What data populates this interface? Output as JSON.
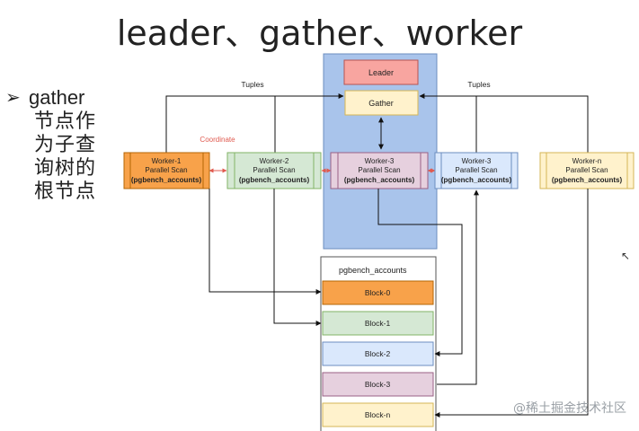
{
  "title": "leader、gather、worker",
  "bullet": {
    "marker": "➢",
    "head": "gather",
    "lines": [
      "节点作",
      "为子查",
      "询树的",
      "根节点"
    ]
  },
  "diagram": {
    "tuples_left": "Tuples",
    "tuples_right": "Tuples",
    "coordinate": "Coordinate",
    "leader": "Leader",
    "gather": "Gather",
    "workers": [
      {
        "name": "Worker-1",
        "scan": "Parallel Scan",
        "table": "(pgbench_accounts)",
        "fill": "#f8a24a"
      },
      {
        "name": "Worker-2",
        "scan": "Parallel Scan",
        "table": "(pgbench_accounts)",
        "fill": "#d5e8d4"
      },
      {
        "name": "Worker-3",
        "scan": "Parallel Scan",
        "table": "(pgbench_accounts)",
        "fill": "#e6d0de"
      },
      {
        "name": "Worker-3",
        "scan": "Parallel Scan",
        "table": "(pgbench_accounts)",
        "fill": "#dae8fc"
      },
      {
        "name": "Worker-n",
        "scan": "Parallel Scan",
        "table": "(pgbench_accounts)",
        "fill": "#fff2cc"
      }
    ],
    "table_label": "pgbench_accounts",
    "blocks": [
      {
        "label": "Block-0",
        "fill": "#f8a24a"
      },
      {
        "label": "Block-1",
        "fill": "#d5e8d4"
      },
      {
        "label": "Block-2",
        "fill": "#dae8fc"
      },
      {
        "label": "Block-3",
        "fill": "#e6d0de"
      },
      {
        "label": "Block-n",
        "fill": "#fff2cc"
      }
    ]
  },
  "watermark": "@稀土掘金技术社区",
  "colors": {
    "leader_panel": "#a9c4eb",
    "leader_box": "#f8a5a0",
    "gather_box": "#fff2cc",
    "coordinate": "#e05a4f"
  }
}
